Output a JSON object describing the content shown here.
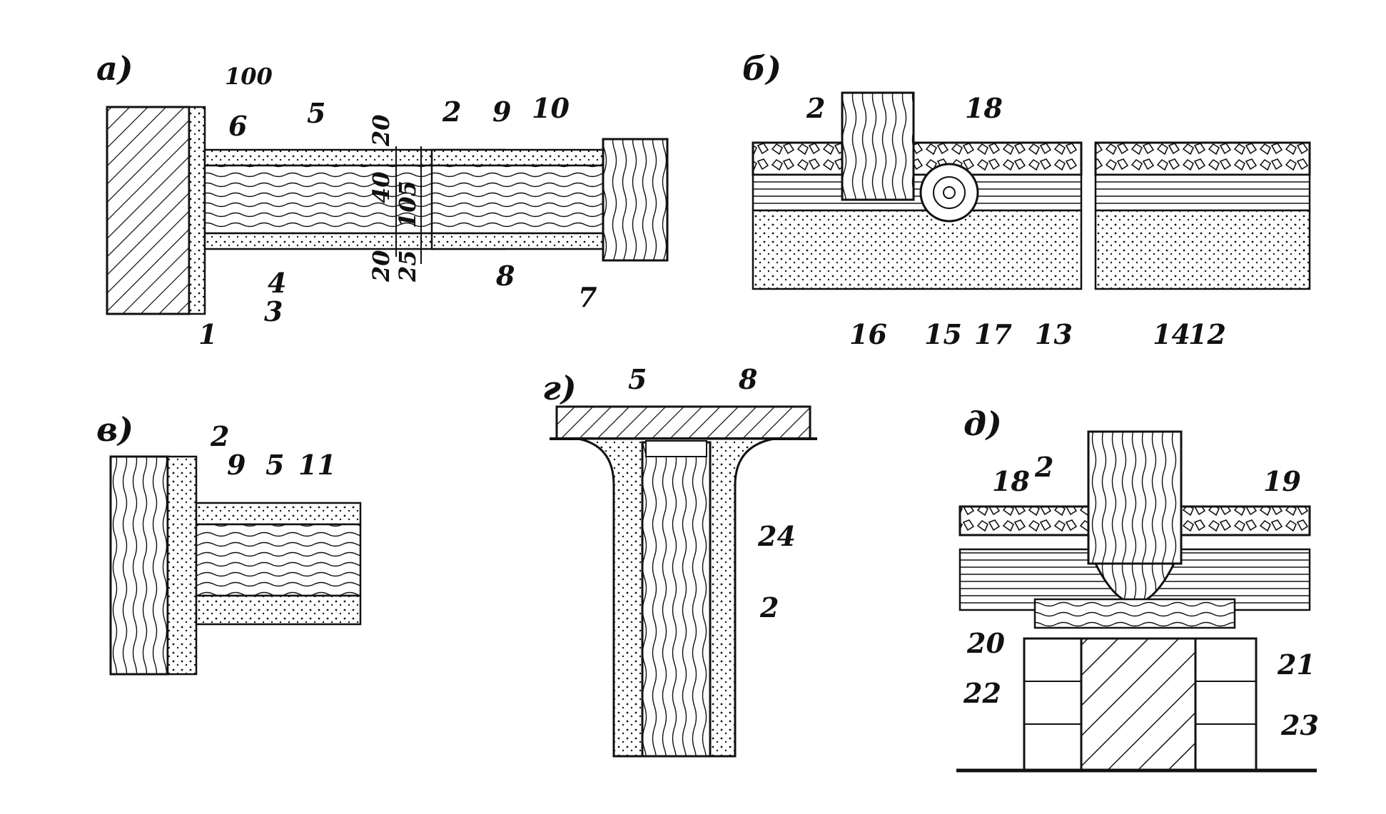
{
  "panels": [
    {
      "id": "a",
      "label": "а)"
    },
    {
      "id": "b",
      "label": "б)"
    },
    {
      "id": "v",
      "label": "в)"
    },
    {
      "id": "g",
      "label": "г)"
    },
    {
      "id": "d",
      "label": "д)"
    }
  ],
  "dimensions": {
    "top": "100",
    "d20_top": "20",
    "d40": "40",
    "d105": "105",
    "d20_bottom": "20",
    "d25": "25"
  },
  "callouts": {
    "a": [
      "1",
      "2",
      "3",
      "4",
      "5",
      "6",
      "7",
      "8",
      "9",
      "10"
    ],
    "b": [
      "2",
      "12",
      "13",
      "14",
      "15",
      "16",
      "17",
      "18"
    ],
    "v": [
      "2",
      "5",
      "9",
      "11"
    ],
    "g": [
      "2",
      "5",
      "8",
      "24"
    ],
    "d": [
      "2",
      "18",
      "19",
      "20",
      "21",
      "22",
      "23"
    ]
  }
}
